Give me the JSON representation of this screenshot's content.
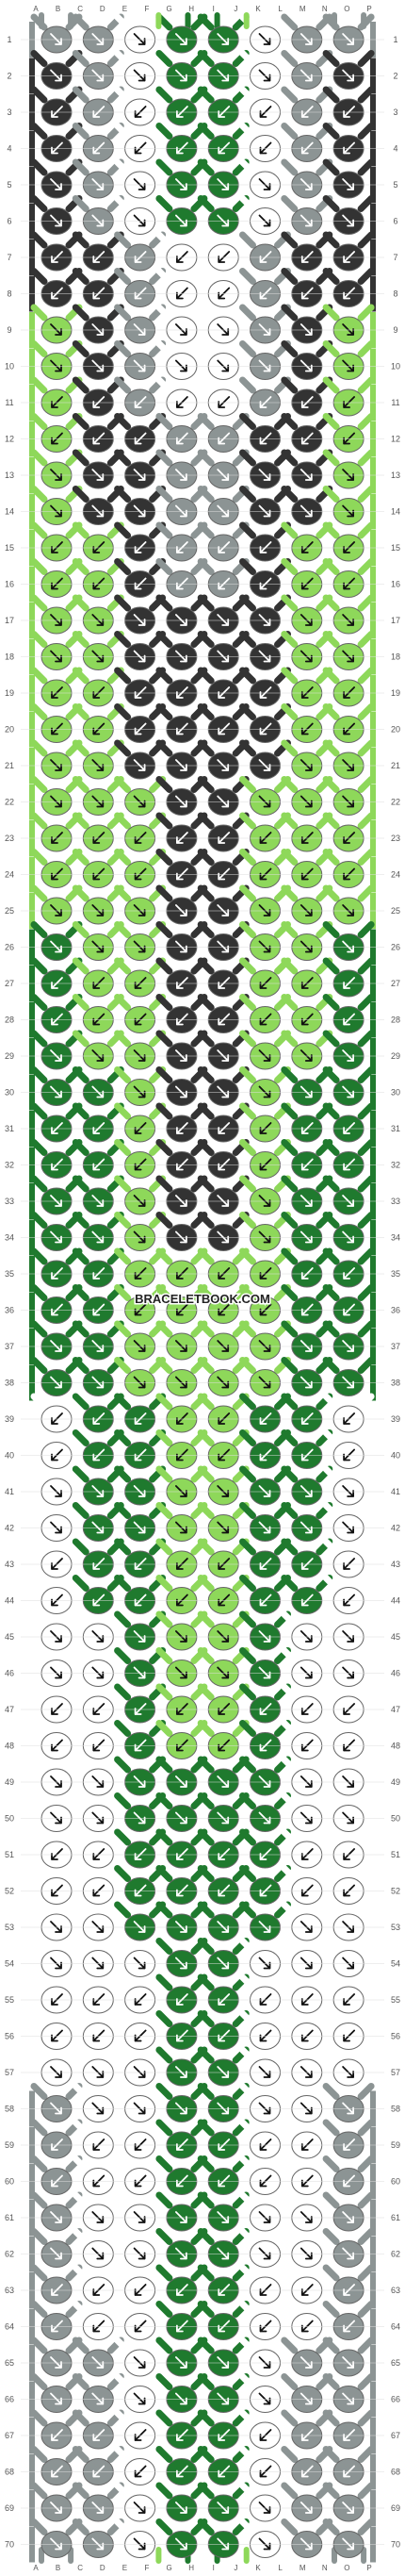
{
  "watermark": "BRACELETBOOK.COM",
  "column_labels": [
    "A",
    "B",
    "C",
    "D",
    "E",
    "F",
    "G",
    "H",
    "I",
    "J",
    "K",
    "L",
    "M",
    "N",
    "O",
    "P"
  ],
  "row_labels": [
    "1",
    "2",
    "3",
    "4",
    "5",
    "6",
    "7",
    "8",
    "9",
    "10",
    "11",
    "12",
    "13",
    "14",
    "15",
    "16",
    "17",
    "18",
    "19",
    "20",
    "21",
    "22",
    "23",
    "24",
    "25",
    "26",
    "27",
    "28",
    "29",
    "30",
    "31",
    "32",
    "33",
    "34",
    "35",
    "36",
    "37",
    "38",
    "39",
    "40",
    "41",
    "42",
    "43",
    "44",
    "45",
    "46",
    "47",
    "48",
    "49",
    "50",
    "51",
    "52",
    "53",
    "54",
    "55",
    "56",
    "57",
    "58",
    "59",
    "60",
    "61",
    "62",
    "63",
    "64",
    "65",
    "66",
    "67",
    "68",
    "69",
    "70"
  ],
  "colors": {
    "W": "#ffffff",
    "G": "#8c9494",
    "D": "#333333",
    "L": "#8ed85a",
    "K": "#1f7a2e",
    "outline": "#666666",
    "grid": "#dddddd"
  },
  "strings_initial": [
    "G",
    "G",
    "W",
    "W",
    "L",
    "K",
    "K",
    "L",
    "W",
    "W",
    "G",
    "G"
  ],
  "pattern_rows": [
    "GGWKKWGG",
    "DGWKKWGD",
    "DGWKKWGD",
    "DGWKKWGD",
    "DGWKKWGD",
    "DGWKKWGD",
    "DDGWWGDD",
    "DDGWWGDD",
    "LDGWWGDL",
    "LDGWWGDL",
    "LDGWWGDL",
    "LDDGGDDL",
    "LDDGGDDL",
    "LDDGGDDL",
    "LLDGGDLL",
    "LLDGGDLL",
    "LLDDDDLL",
    "LLDDDDLL",
    "LLDDDDLL",
    "LLDDDDLL",
    "LLDDDDLL",
    "LLLDDLLL",
    "LLLDDLLL",
    "LLLDDLLL",
    "LLLDDLLL",
    "KLLDDLLK",
    "KLLDDLLK",
    "KLLDDLLK",
    "KLLDDLLK",
    "KKLDDLKK",
    "KKLDDLKK",
    "KKLDDLKK",
    "KKLDDLKK",
    "KKLDDLKK",
    "KKLLLLKK",
    "KKLLLLKK",
    "KKLLLLKK",
    "KKLLLLKK",
    "WKKLLKKW",
    "WKKLLKKW",
    "WKKLLKKW",
    "WKKLLKKW",
    "WKKLLKKW",
    "WKKLLKKW",
    "WWKLLKWW",
    "WWKLLKWW",
    "WWKLLKWW",
    "WWKLLKWW",
    "WWKKKKWW",
    "WWKKKKWW",
    "WWKKKKWW",
    "WWKKKKWW",
    "WWKKKKWW",
    "WWWKKWWW",
    "WWWKKWWW",
    "WWWKKWWW",
    "WWWKKWWW",
    "GWWKKWWG",
    "GWWKKWWG",
    "GWWKKWWG",
    "GWWKKWWG",
    "GWWKKWWG",
    "GWWKKWWG",
    "GWWKKWWG",
    "GGWKKWGG",
    "GGWKKWGG",
    "GGWKKWGG",
    "GGWKKWGG",
    "GGWKKWGG",
    "GGWKKWGG"
  ],
  "arrow_rows": [
    "R",
    "R",
    "L",
    "L",
    "R",
    "R",
    "L",
    "L",
    "R",
    "R",
    "L",
    "L",
    "R",
    "R",
    "L",
    "L",
    "R",
    "R",
    "L",
    "L",
    "R",
    "R",
    "L",
    "L",
    "R",
    "R",
    "L",
    "L",
    "R",
    "R",
    "L",
    "L",
    "R",
    "R",
    "L",
    "L",
    "R",
    "R",
    "L",
    "L",
    "R",
    "R",
    "L",
    "L",
    "R",
    "R",
    "L",
    "L",
    "R",
    "R",
    "L",
    "L",
    "R",
    "R",
    "L",
    "L",
    "R",
    "R",
    "L",
    "L",
    "R",
    "R",
    "L",
    "L",
    "R",
    "R",
    "L",
    "L",
    "R",
    "R"
  ]
}
